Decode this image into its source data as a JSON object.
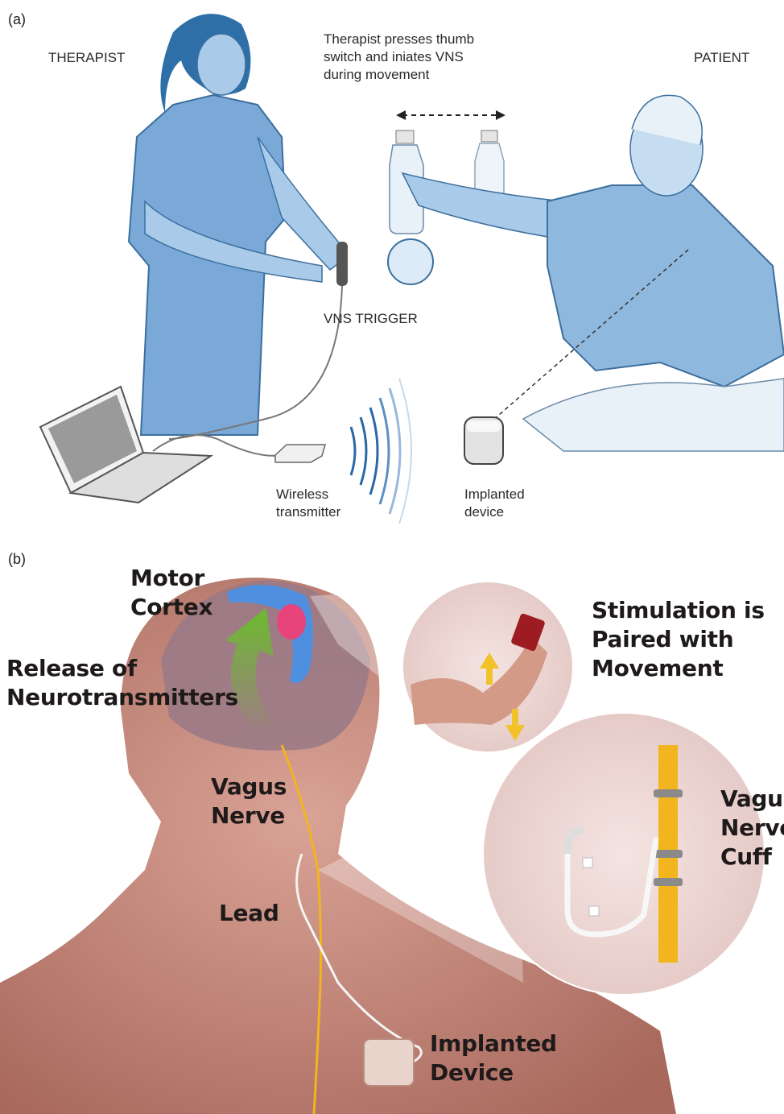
{
  "panel_a": {
    "label": "(a)",
    "therapist": "THERAPIST",
    "patient": "PATIENT",
    "caption_lines": [
      "Therapist presses thumb",
      "switch and iniates VNS",
      "during movement"
    ],
    "trigger": "VNS TRIGGER",
    "transmitter_lines": [
      "Wireless",
      "transmitter"
    ],
    "device_lines": [
      "Implanted",
      "device"
    ]
  },
  "panel_b": {
    "label": "(b)",
    "motor_cortex": [
      "Motor",
      "Cortex"
    ],
    "release": [
      "Release of",
      "Neurotransmitters"
    ],
    "stimulation": [
      "Stimulation is",
      "Paired with",
      "Movement"
    ],
    "vagus_nerve": [
      "Vagus",
      "Nerve"
    ],
    "cuff": [
      "Vagus",
      "Nerve",
      "Cuff"
    ],
    "lead": "Lead",
    "implanted_device": [
      "Implanted",
      "Device"
    ]
  },
  "colors": {
    "skin_blue": "#8fb8df",
    "shirt_blue": "#7aa9d8",
    "body_pink": "#c98a7e",
    "brain": "#9a7a86",
    "nerve_yellow": "#f2b51e",
    "motor_blue": "#4f8fe0",
    "motor_pink": "#e6447a",
    "arrow_green": "#6cbb2e"
  },
  "icons": [
    "laptop-icon",
    "wireless-waves-icon",
    "implant-icon",
    "water-bottle-icon",
    "ball-icon",
    "arrow-icon"
  ]
}
